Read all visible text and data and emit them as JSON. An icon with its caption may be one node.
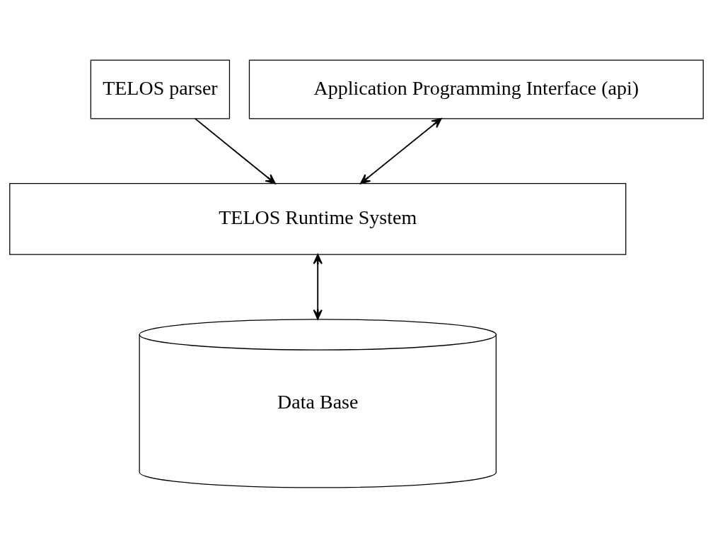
{
  "diagram": {
    "nodes": [
      {
        "text": [
          "TELOS parser"
        ]
      },
      {
        "text": [
          "Application Programming Interface (api)"
        ]
      },
      {
        "text": [
          "TELOS Runtime System"
        ]
      },
      {
        "text": [
          "Data Base"
        ]
      }
    ],
    "edges": [
      {
        "from": 0,
        "to": 2,
        "arrow": "to"
      },
      {
        "from": 1,
        "to": 2,
        "arrow": "both"
      },
      {
        "from": 2,
        "to": 3,
        "arrow": "both"
      }
    ]
  }
}
